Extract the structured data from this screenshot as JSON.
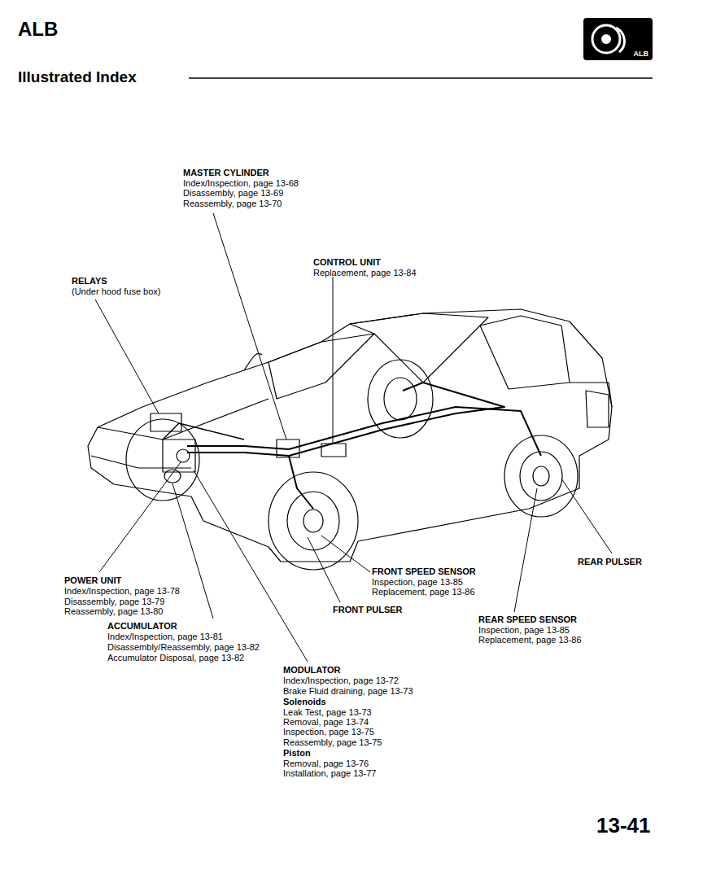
{
  "diagram": {
    "title": "Illustrated Index",
    "nodes": [
      {
        "text": [
          "ALB"
        ]
      }
    ],
    "labels": [
      "ALB",
      "MASTER CYLINDER",
      "Index/Inspection, page 13-68",
      "Disassembly, page 13-69",
      "Reassembly, page 13-70",
      "CONTROL UNIT",
      "Replacement, page 13-84",
      "RELAYS",
      "(Under hood fuse box)",
      "POWER UNIT",
      "Index/Inspection, page 13-78",
      "Disassembly, page 13-79",
      "Reassembly, page 13-80",
      "ACCUMULATOR",
      "Index/Inspection, page 13-81",
      "Disassembly/Reassembly, page 13-82",
      "Accumulator Disposal, page 13-82",
      "FRONT SPEED SENSOR",
      "Inspection, page 13-85",
      "Replacement, page 13-86",
      "FRONT PULSER",
      "REAR PULSER",
      "REAR SPEED SENSOR",
      "Inspection, page 13-85",
      "Replacement, page 13-86",
      "MODULATOR",
      "Index/Inspection, page 13-72",
      "Brake Fluid draining, page 13-73",
      "Solenoids",
      "Leak Test, page 13-73",
      "Removal, page 13-74",
      "Inspection, page 13-75",
      "Reassembly, page 13-75",
      "Piston",
      "Removal, page 13-76",
      "Installation, page 13-77",
      "13-41"
    ]
  }
}
